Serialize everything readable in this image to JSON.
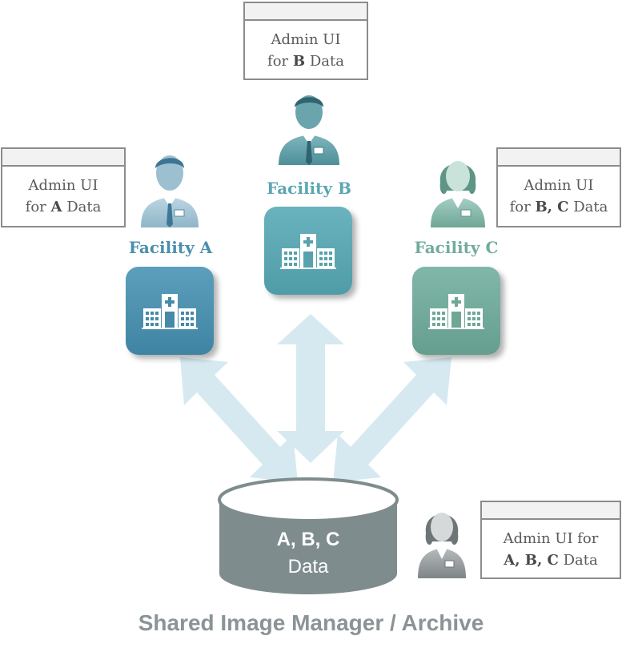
{
  "admin_boxes": {
    "b": {
      "line1": "Admin UI",
      "line2_pre": "for ",
      "line2_bold": "B",
      "line2_post": " Data"
    },
    "a": {
      "line1": "Admin UI",
      "line2_pre": "for ",
      "line2_bold": "A",
      "line2_post": " Data"
    },
    "c": {
      "line1": "Admin UI",
      "line2_pre": "for ",
      "line2_bold": "B, C",
      "line2_post": " Data"
    },
    "shared": {
      "line1": "Admin UI for",
      "line2_pre": "",
      "line2_bold": "A, B, C",
      "line2_post": " Data"
    }
  },
  "facilities": {
    "a": {
      "label": "Facility A",
      "color": "#4a8fad"
    },
    "b": {
      "label": "Facility B",
      "color": "#5ba6b2"
    },
    "c": {
      "label": "Facility C",
      "color": "#72ab9c"
    }
  },
  "database": {
    "line1": "A, B, C",
    "line2": "Data",
    "color": "#7f8c8d"
  },
  "arrow_color": "#d6e9f1",
  "footer": {
    "title": "Shared Image Manager / Archive"
  },
  "icons": [
    "hospital-icon",
    "admin-person-icon",
    "database-cylinder-icon",
    "bidirectional-arrow-icon"
  ]
}
